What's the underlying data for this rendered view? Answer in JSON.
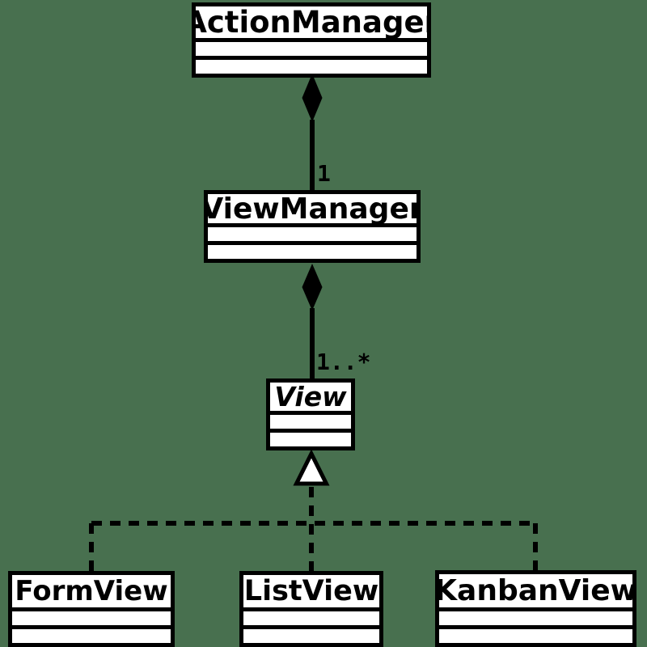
{
  "diagram": {
    "type": "uml-class-diagram",
    "background_color": "#48704F",
    "box_fill_color": "#FFFFFF",
    "line_color": "#000000",
    "classes": [
      {
        "name": "ActionManager",
        "abstract": false
      },
      {
        "name": "ViewManager",
        "abstract": false
      },
      {
        "name": "View",
        "abstract": true
      },
      {
        "name": "FormView",
        "abstract": false
      },
      {
        "name": "ListView",
        "abstract": false
      },
      {
        "name": "KanbanView",
        "abstract": false
      }
    ],
    "relationships": [
      {
        "from": "ActionManager",
        "to": "ViewManager",
        "type": "composition",
        "multiplicity": "1"
      },
      {
        "from": "ViewManager",
        "to": "View",
        "type": "composition",
        "multiplicity": "1..*"
      },
      {
        "from": "View",
        "to": "FormView",
        "type": "realization",
        "multiplicity": ""
      },
      {
        "from": "View",
        "to": "ListView",
        "type": "realization",
        "multiplicity": ""
      },
      {
        "from": "View",
        "to": "KanbanView",
        "type": "realization",
        "multiplicity": ""
      }
    ]
  }
}
